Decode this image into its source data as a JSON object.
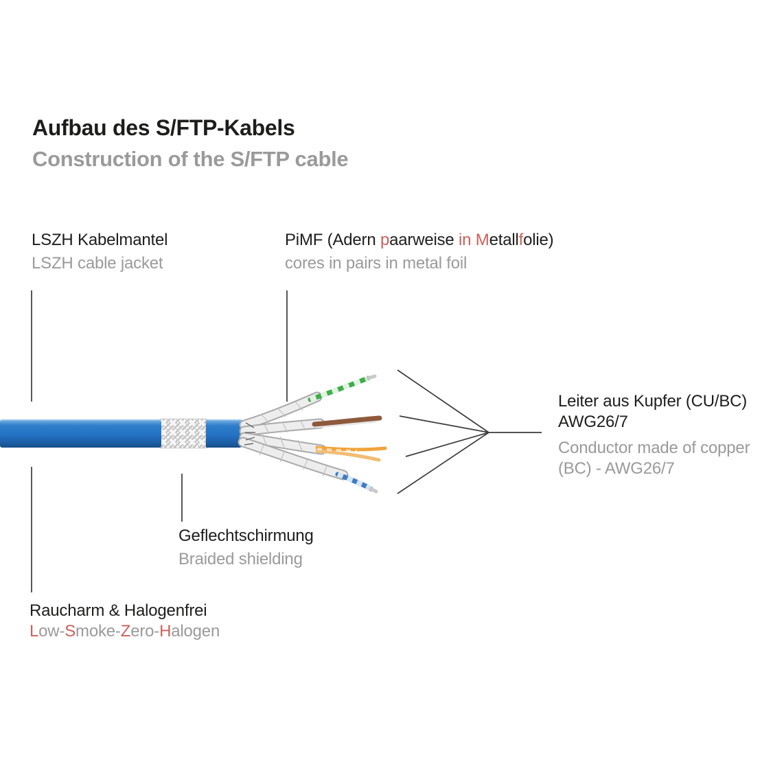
{
  "title": {
    "de": "Aufbau des S/FTP-Kabels",
    "en": "Construction of the S/FTP cable"
  },
  "callouts": {
    "jacket": {
      "de": "LSZH Kabelmantel",
      "en": "LSZH cable jacket"
    },
    "pimf": {
      "de_segments": [
        {
          "t": "PiMF (Adern ",
          "c": "#1d1d1b"
        },
        {
          "t": "p",
          "c": "#cd5f5a"
        },
        {
          "t": "aarweise ",
          "c": "#1d1d1b"
        },
        {
          "t": "in",
          "c": "#cd5f5a"
        },
        {
          "t": " ",
          "c": "#1d1d1b"
        },
        {
          "t": "M",
          "c": "#cd5f5a"
        },
        {
          "t": "etall",
          "c": "#1d1d1b"
        },
        {
          "t": "f",
          "c": "#cd5f5a"
        },
        {
          "t": "olie)",
          "c": "#1d1d1b"
        }
      ],
      "en": "cores in pairs in metal foil"
    },
    "conductor": {
      "de_line1": "Leiter aus Kupfer (CU/BC)",
      "de_line2": "AWG26/7",
      "en_line1": "Conductor made of copper",
      "en_line2": "(BC) - AWG26/7"
    },
    "braid": {
      "de": "Geflechtschirmung",
      "en": "Braided shielding"
    },
    "lszh": {
      "de": "Raucharm & Halogenfrei",
      "en_segments": [
        {
          "t": "L",
          "c": "#cd5f5a"
        },
        {
          "t": "ow-",
          "c": "#9a9a9a"
        },
        {
          "t": "S",
          "c": "#cd5f5a"
        },
        {
          "t": "moke-",
          "c": "#9a9a9a"
        },
        {
          "t": "Z",
          "c": "#cd5f5a"
        },
        {
          "t": "ero-",
          "c": "#9a9a9a"
        },
        {
          "t": "H",
          "c": "#cd5f5a"
        },
        {
          "t": "alogen",
          "c": "#9a9a9a"
        }
      ]
    }
  },
  "diagram": {
    "cable_type": "S/FTP",
    "pairs": [
      "green-white pair",
      "brown pair",
      "orange pair",
      "blue-white pair"
    ]
  },
  "colors": {
    "text_primary": "#1d1d1b",
    "text_secondary": "#9a9a9a",
    "accent_red": "#cd5f5a",
    "cable_blue": "#2472c4",
    "cable_blue_dark": "#174e87",
    "cable_blue_light": "#5e9fd9",
    "foil_silver": "#ededed",
    "wire_green": "#3fae49",
    "wire_brown": "#8d5a3b",
    "wire_orange": "#f0a43c",
    "wire_orange_light": "#f2bc72",
    "wire_blue": "#3d7cc4",
    "line_color": "#3a3a3a"
  }
}
